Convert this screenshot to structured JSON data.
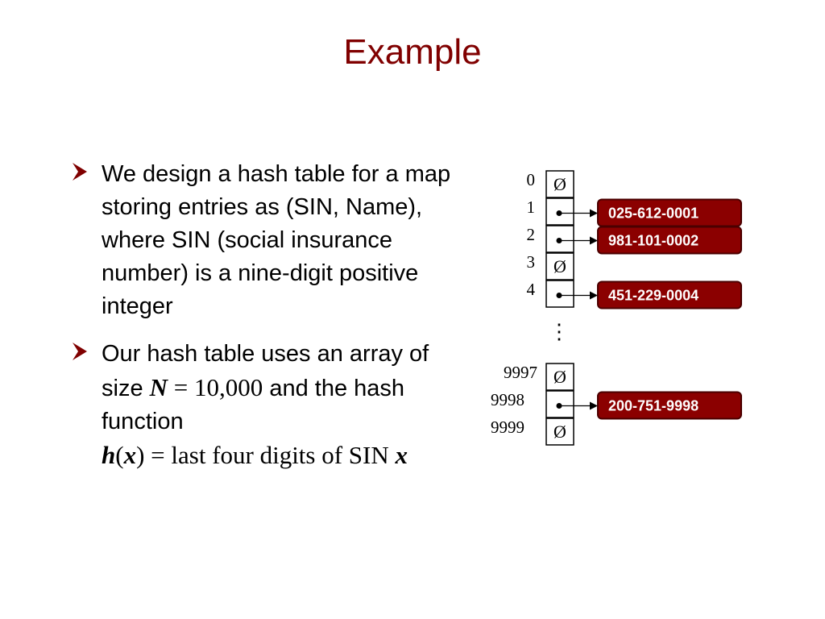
{
  "title": "Example",
  "bullets": [
    {
      "text": "We design a hash table for a map storing entries as (SIN, Name), where SIN (social insurance number) is a nine-digit positive integer"
    },
    {
      "text_prefix": "Our hash table uses an array of size ",
      "n_var": "N",
      "n_eq": " = 10,000",
      "text_middle": " and the hash function",
      "h_var": "h",
      "paren_open": "(",
      "x_var": "x",
      "paren_close": ")",
      "h_rest": " = last four digits of SIN ",
      "x_var_end": "x"
    }
  ],
  "hash_table": {
    "null_symbol": "Ø",
    "ellipsis": "⋮",
    "slots": [
      {
        "index": "0",
        "entry": null
      },
      {
        "index": "1",
        "entry": "025-612-0001"
      },
      {
        "index": "2",
        "entry": "981-101-0002"
      },
      {
        "index": "3",
        "entry": null
      },
      {
        "index": "4",
        "entry": "451-229-0004"
      },
      {
        "index": "9997",
        "entry": null
      },
      {
        "index": "9998",
        "entry": "200-751-9998"
      },
      {
        "index": "9999",
        "entry": null
      }
    ]
  },
  "colors": {
    "title": "#800000",
    "record_fill": "#8b0000",
    "record_stroke": "#4a0000",
    "bullet_arrow": "#800000"
  }
}
